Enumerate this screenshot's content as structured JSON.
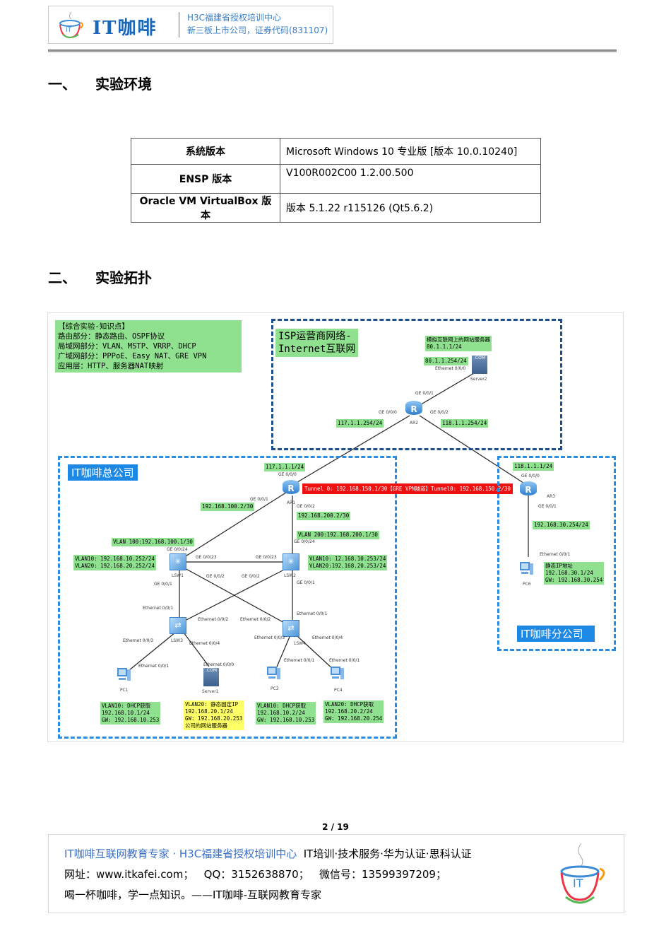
{
  "header": {
    "brand": "IT咖啡",
    "sub_line1": "H3C福建省授权培训中心",
    "sub_line2": "新三板上市公司，证券代码(831107)"
  },
  "section1": {
    "num": "一、",
    "title": "实验环境"
  },
  "env_table": {
    "rows": [
      {
        "key": "系统版本",
        "value": "Microsoft Windows 10  专业版  [版本  10.0.10240]"
      },
      {
        "key": "ENSP 版本",
        "value": "V100R002C00 1.2.00.500"
      },
      {
        "key": "Oracle VM VirtualBox  版本",
        "value": "版本  5.1.22 r115126 (Qt5.6.2)"
      }
    ]
  },
  "section2": {
    "num": "二、",
    "title": "实验拓扑"
  },
  "topology": {
    "notes": [
      "【综合实验-知识点】",
      "路由部分：静态路由、OSPF协议",
      "局域网部分：VLAN、MSTP、VRRP、DHCP",
      "广域网部分：PPPoE、Easy NAT、GRE VPN",
      "应用层：HTTP、服务器NAT映射"
    ],
    "isp_title": [
      "ISP运营商网络-",
      "Internet互联网"
    ],
    "hq_title": "IT咖啡总公司",
    "branch_title": "IT咖啡分公司",
    "web_server_note": [
      "模拟互联网上的网站服务器",
      "80.1.1.1/24"
    ],
    "labels": {
      "server2_ip": "80.1.1.254/24",
      "server2_port": "Ethernet 0/0/0",
      "ar2_ge001": "GE 0/0/1",
      "ar2_ge000": "GE 0/0/0",
      "ar2_ge002": "GE 0/0/2",
      "ar2_left_ip": "117.1.1.254/24",
      "ar2_right_ip": "118.1.1.254/24",
      "ar1_wan_ip": "117.1.1.1/24",
      "ar1_ge000": "GE 0/0/0",
      "ar1_ge001": "GE 0/0/1",
      "ar1_ge002": "GE 0/0/2",
      "ar1_ip1": "192.168.100.2/30",
      "ar1_ip2": "192.168.200.2/30",
      "tunnel": "Tunnel 0: 192.168.150.1/30【GRE VPN隧道】Tunnel0:  192.168.150.2/30",
      "ar3_wan_ip": "118.1.1.1/24",
      "ar3_ge000": "GE 0/0/0",
      "ar3_ge001": "GE 0/0/1",
      "ar3_lan_ip": "192.168.30.254/24",
      "pc6_port": "Ethernet 0/0/1",
      "pc6_note": [
        "静态IP地址",
        "192.168.30.1/24",
        "GW: 192.168.30.254"
      ],
      "vlan100": "VLAN 100:192.168.100.1/30",
      "vlan200": "VLAN 200:192.168.200.1/30",
      "lsw1_ips": [
        "VLAN10: 192.168.10.252/24",
        "VLAN20: 192.168.20.252/24"
      ],
      "lsw2_ips": [
        "VLAN10: 12.168.10.253/24",
        "VLAN20:192.168.20.253/24"
      ],
      "lsw1_ge024": "GE 0/0/24",
      "lsw1_ge023": "GE 0/0/23",
      "lsw2_ge023": "GE 0/0/23",
      "lsw2_ge024": "GE 0/0/24",
      "lsw1_ge002": "GE 0/0/2",
      "lsw2_ge002": "GE 0/0/2",
      "lsw1_ge001": "GE 0/0/1",
      "lsw2_ge001": "GE 0/0/1",
      "lsw3_e1": "Ethernet 0/0/1",
      "lsw3_e2": "Ethernet 0/0/2",
      "lsw3_e3": "Ethernet 0/0/3",
      "lsw3_e4": "Ethernet 0/0/4",
      "lsw4_e1": "Ethernet 0/0/1",
      "lsw4_e2": "Ethernet 0/0/2",
      "lsw4_e3": "Ethernet 0/0/3",
      "lsw4_e4": "Ethernet 0/0/4",
      "pc1_port": "Ethernet 0/0/1",
      "server1_port": "Ethernet 0/0/0",
      "pc3_port": "Ethernet 0/0/1",
      "pc4_port": "Ethernet 0/0/1"
    },
    "devices": {
      "ar1": "AR1",
      "ar2": "AR2",
      "ar3": "AR3",
      "lsw1": "LSW1",
      "lsw2": "LSW2",
      "lsw3": "LSW3",
      "lsw4": "LSW4",
      "pc1": "PC1",
      "pc3": "PC3",
      "pc4": "PC4",
      "pc6": "PC6",
      "server1": "Server1",
      "server2": "Server2"
    },
    "host_notes": {
      "pc1": [
        "VLAN10: DHCP获取",
        "192.168.10.1/24",
        "GW: 192.168.10.253"
      ],
      "server1": [
        "VLAN20: 静态固定IP",
        "192.168.20.1/24",
        "GW: 192.168.20.253",
        "公司的网站服务器"
      ],
      "pc3": [
        "VLAN10: DHCP获取",
        "192.168.10.2/24",
        "GW: 192.168.10.253"
      ],
      "pc4": [
        "VLAN20: DHCP获取",
        "192.168.20.2/24",
        "GW: 192.168.20.254"
      ]
    }
  },
  "page_number": "2 / 19",
  "footer": {
    "line1_blue": "IT咖啡互联网教育专家 · H3C福建省授权培训中心",
    "line1_black": "IT培训·技术服务·华为认证·思科认证",
    "line2": "网址：www.itkafei.com；   QQ：3152638870；   微信号：13599397209；",
    "line3": "喝一杯咖啡，学一点知识。——IT咖啡-互联网教育专家"
  }
}
